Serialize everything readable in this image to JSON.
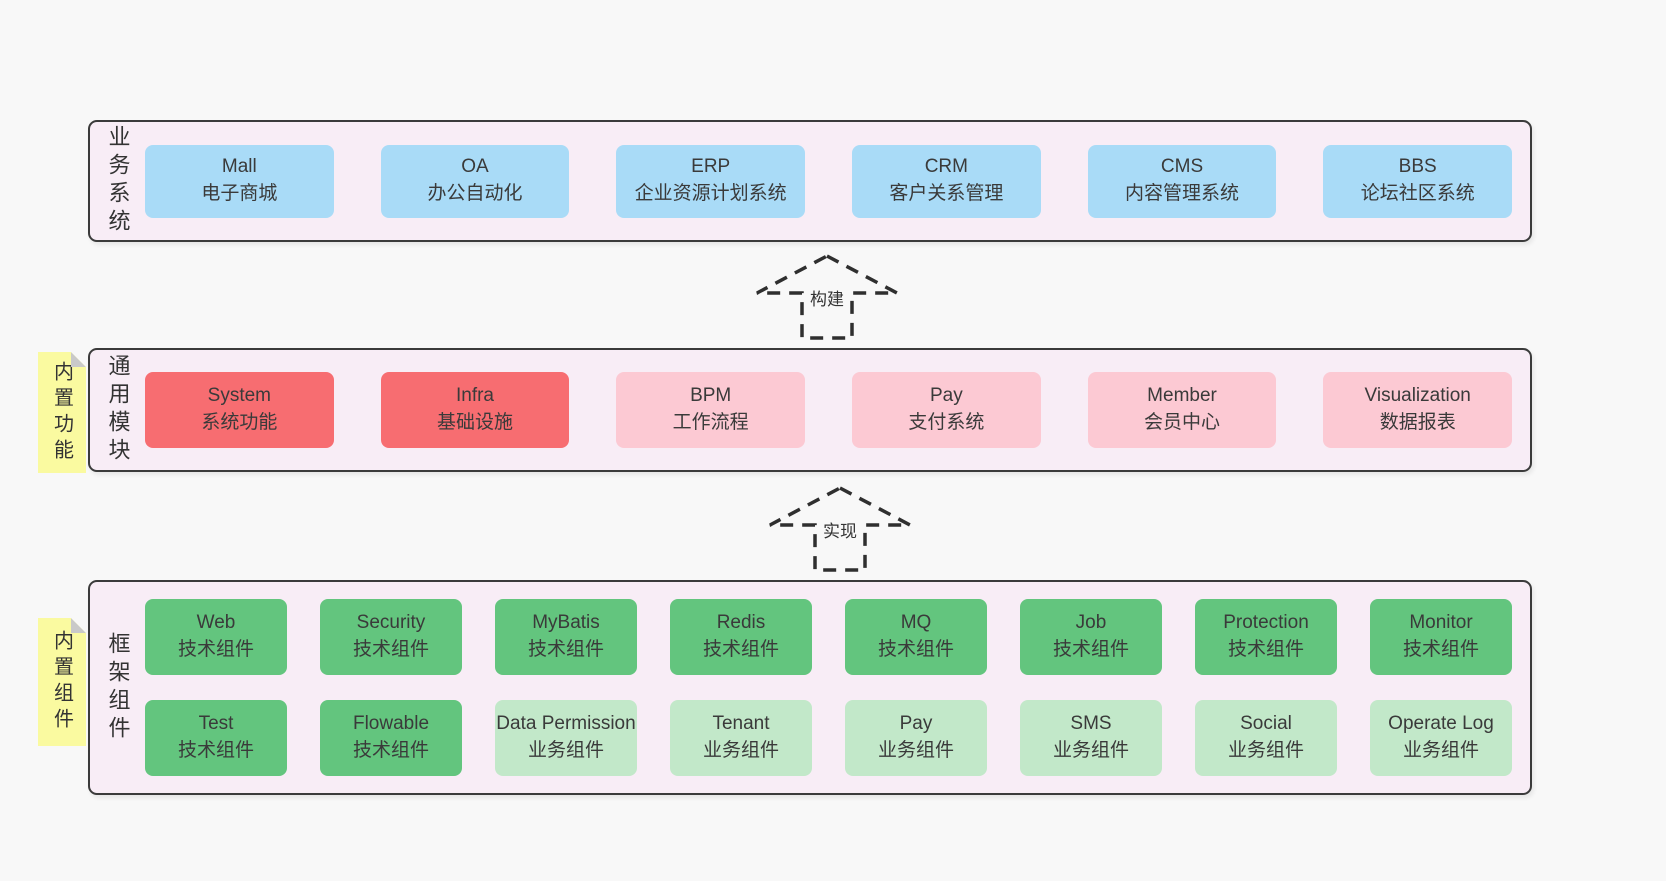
{
  "colors": {
    "page_bg": "#f8f8f8",
    "container_bg": "#f8edf6",
    "container_border": "#3b3b3b",
    "business_box": "#a9dbf7",
    "core_module_box": "#f76d71",
    "module_box": "#fcc9d3",
    "tech_component_box": "#63c57e",
    "biz_component_box": "#c2e8c9",
    "sticky_note": "#fafaa0",
    "sticky_fold": "#c9c9c9",
    "text": "#333333"
  },
  "layers": {
    "business": {
      "side_label": "业务系统",
      "boxes": [
        {
          "name": "Mall",
          "desc": "电子商城"
        },
        {
          "name": "OA",
          "desc": "办公自动化"
        },
        {
          "name": "ERP",
          "desc": "企业资源计划系统"
        },
        {
          "name": "CRM",
          "desc": "客户关系管理"
        },
        {
          "name": "CMS",
          "desc": "内容管理系统"
        },
        {
          "name": "BBS",
          "desc": "论坛社区系统"
        }
      ]
    },
    "modules": {
      "side_label": "通用模块",
      "sticky_label": "内置功能",
      "boxes": [
        {
          "name": "System",
          "desc": "系统功能"
        },
        {
          "name": "Infra",
          "desc": "基础设施"
        },
        {
          "name": "BPM",
          "desc": "工作流程"
        },
        {
          "name": "Pay",
          "desc": "支付系统"
        },
        {
          "name": "Member",
          "desc": "会员中心"
        },
        {
          "name": "Visualization",
          "desc": "数据报表"
        }
      ]
    },
    "framework": {
      "side_label": "框架组件",
      "sticky_label": "内置组件",
      "row1": [
        {
          "name": "Web",
          "desc": "技术组件"
        },
        {
          "name": "Security",
          "desc": "技术组件"
        },
        {
          "name": "MyBatis",
          "desc": "技术组件"
        },
        {
          "name": "Redis",
          "desc": "技术组件"
        },
        {
          "name": "MQ",
          "desc": "技术组件"
        },
        {
          "name": "Job",
          "desc": "技术组件"
        },
        {
          "name": "Protection",
          "desc": "技术组件"
        },
        {
          "name": "Monitor",
          "desc": "技术组件"
        }
      ],
      "row2": [
        {
          "name": "Test",
          "desc": "技术组件"
        },
        {
          "name": "Flowable",
          "desc": "技术组件"
        },
        {
          "name": "Data Permission",
          "desc": "业务组件"
        },
        {
          "name": "Tenant",
          "desc": "业务组件"
        },
        {
          "name": "Pay",
          "desc": "业务组件"
        },
        {
          "name": "SMS",
          "desc": "业务组件"
        },
        {
          "name": "Social",
          "desc": "业务组件"
        },
        {
          "name": "Operate Log",
          "desc": "业务组件"
        }
      ]
    }
  },
  "arrows": {
    "build": {
      "label": "构建"
    },
    "implement": {
      "label": "实现"
    }
  }
}
